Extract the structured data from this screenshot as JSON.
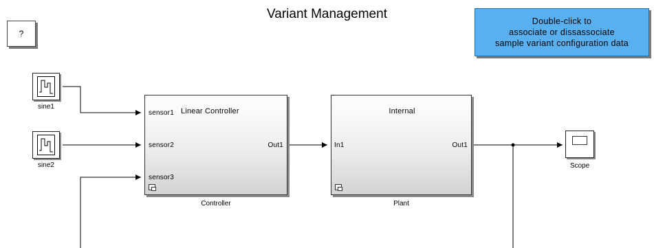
{
  "title": "Variant Management",
  "help_button": {
    "label": "?"
  },
  "note": {
    "lines": [
      "Double-click to",
      "associate or dissassociate",
      "sample variant configuration data"
    ],
    "color": "#58b0f0"
  },
  "blocks": {
    "sine1": {
      "label": "sine1",
      "icon": "signal-source-icon"
    },
    "sine2": {
      "label": "sine2",
      "icon": "signal-source-icon"
    },
    "controller": {
      "label": "Controller",
      "variant_name": "Linear Controller",
      "inputs": [
        "sensor1",
        "sensor2",
        "sensor3"
      ],
      "output": "Out1",
      "icon": "variant-subsystem-icon"
    },
    "plant": {
      "label": "Plant",
      "variant_name": "Internal",
      "input": "In1",
      "output": "Out1",
      "icon": "variant-subsystem-icon"
    },
    "scope": {
      "label": "Scope",
      "icon": "scope-icon"
    }
  }
}
